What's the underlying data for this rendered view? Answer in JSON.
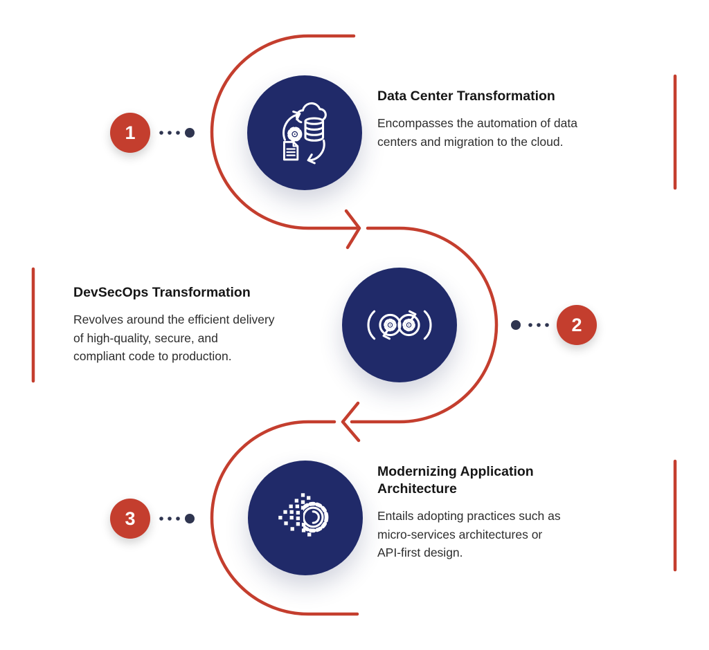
{
  "infographic": {
    "theme": "digital transformation steps",
    "colors": {
      "background": "#ffffff",
      "accent_red": "#C43E2E",
      "circle_navy": "#202A69",
      "dot_navy": "#2F3550",
      "title_text": "#161616",
      "body_text": "#2d2d2d"
    },
    "steps": [
      {
        "number": "1",
        "title": "Data Center Transformation",
        "description": "Encompasses the automation of data\ncenters and migration to the cloud.",
        "icon": "cloud-database-migration-icon",
        "text_side": "right"
      },
      {
        "number": "2",
        "title": "DevSecOps Transformation",
        "description": "Revolves around the efficient delivery\nof high-quality, secure, and\ncompliant code to production.",
        "icon": "devops-infinity-gears-icon",
        "text_side": "left"
      },
      {
        "number": "3",
        "title": "Modernizing Application\nArchitecture",
        "description": "Entails adopting practices such as\nmicro-services architectures or\nAPI-first design.",
        "icon": "pixelated-gear-icon",
        "text_side": "right"
      }
    ]
  }
}
